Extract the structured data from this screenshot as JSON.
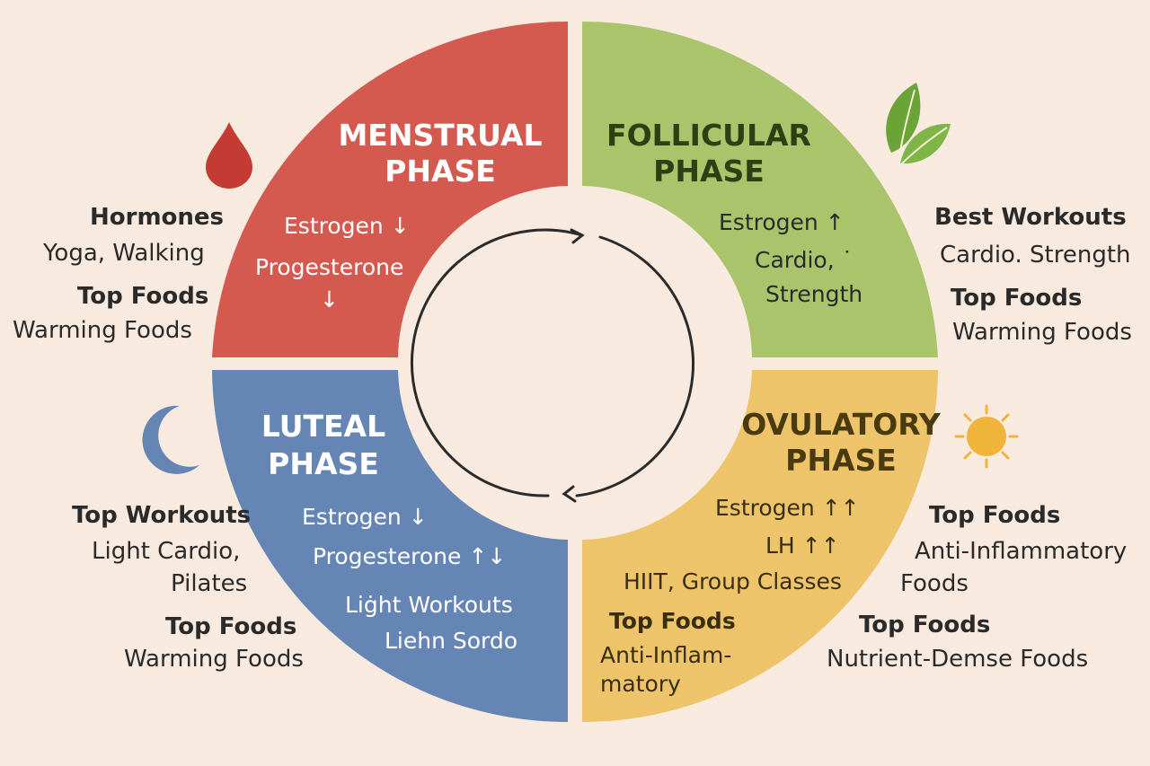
{
  "colors": {
    "background": "#f8eadf",
    "menstrual": "#d45a50",
    "follicular": "#a9c46a",
    "ovulatory": "#eec46a",
    "luteal": "#6585b4"
  },
  "phases": {
    "menstrual": {
      "title_line1": "MENSTRUAL",
      "title_line2": "PHASE",
      "lines": [
        "Estrogen ↓",
        "Progesterone",
        "↓"
      ]
    },
    "follicular": {
      "title_line1": "FOLLICULAR",
      "title_line2": "PHASE",
      "lines": [
        "Estrogen ↑",
        "Cardio, ˙",
        "Strength"
      ]
    },
    "luteal": {
      "title_line1": "LUTEAL",
      "title_line2": "PHASE",
      "lines": [
        "Estrogen ↓",
        "Progesterone ↑↓",
        "Liġht Workouts",
        "Liehn Sordo"
      ]
    },
    "ovulatory": {
      "title_line1": "OVULATORY",
      "title_line2": "PHASE",
      "lines": [
        "Estrogen ↑↑",
        "LH ↑↑",
        "HIIT, Group Classes",
        "Top Foods",
        "Anti-Inflam-",
        "matory"
      ]
    }
  },
  "side_labels": {
    "menstrual": {
      "heading1": "Hormones",
      "text1": "Yoga, Walking",
      "heading2": "Top Foods",
      "text2": "Warming Foods"
    },
    "follicular": {
      "heading1": "Best Workouts",
      "text1": "Cardio. Strength",
      "heading2": "Top Foods",
      "text2": "Warming Foods"
    },
    "luteal": {
      "heading1": "Top Workouts",
      "text1a": "Light Cardio,",
      "text1b": "Pilates",
      "heading2": "Top Foods",
      "text2": "Warming Foods"
    },
    "ovulatory": {
      "heading1": "Top Foods",
      "text1a": "Anti-Inflammatory",
      "text1b": "Foods",
      "heading2": "Top Foods",
      "text2": "Nutrient-Demse Foods"
    }
  },
  "icons": {
    "menstrual": "blood-drop-icon",
    "follicular": "leaf-icon",
    "luteal": "crescent-moon-icon",
    "ovulatory": "sun-icon",
    "center": "cycle-arrows-icon"
  }
}
